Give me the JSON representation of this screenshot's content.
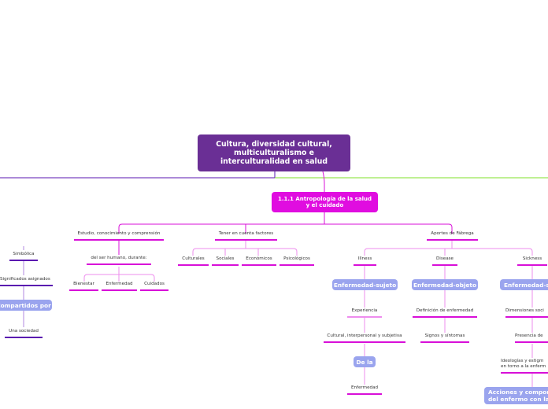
{
  "root": {
    "title": "Cultura, diversidad cultural,\nmulticulturalismo e\ninterculturalidad en salud"
  },
  "main_topic": {
    "label": "1.1.1 Antropología de la salud\ny el cuidado"
  },
  "branch_estudio": {
    "label": "Estudio, conocimiento y comprensión",
    "child": "del ser humano, durante:",
    "items": [
      "Bienestar",
      "Enfermedad",
      "Cuidados"
    ]
  },
  "branch_tener": {
    "label": "Tener en cuenta factores",
    "items": [
      "Culturales",
      "Sociales",
      "Económicos",
      "Psicológicos"
    ]
  },
  "branch_aportes": {
    "label": "Aportes de Fábrega",
    "illness": {
      "label": "Illness",
      "pill": "Enfermedad-sujeto",
      "experiencia": "Experiencia",
      "cultural": "Cultural, interpersonal y subjetiva",
      "pill2": "De la",
      "enfermedad": "Enfermedad"
    },
    "disease": {
      "label": "Disease",
      "pill": "Enfermedad-objeto",
      "definicion": "Definición de enfermedad",
      "signos": "Signos y síntomas"
    },
    "sickness": {
      "label": "Sickness",
      "pill": "Enfermedad-se",
      "dimensiones": "Dimensiones soci",
      "presencia": "Presencia de",
      "ideologias": "Ideologías y estigm\nen torno a la enferm",
      "pill2": "Acciones y comport\ndel enfermo con la s"
    }
  },
  "left_branch": {
    "simbolica": "Simbólica",
    "significados": "Significados asignados",
    "compartidos": "Compartidos por",
    "sociedad": "Una sociedad"
  },
  "colors": {
    "root": "#6a2f95",
    "main": "#e00de0",
    "line_magenta": "#d80fd8",
    "line_light": "#ee8cee",
    "line_purple": "#5a16b0",
    "line_green": "#7fe02a",
    "pill": "#9aa4ee"
  }
}
